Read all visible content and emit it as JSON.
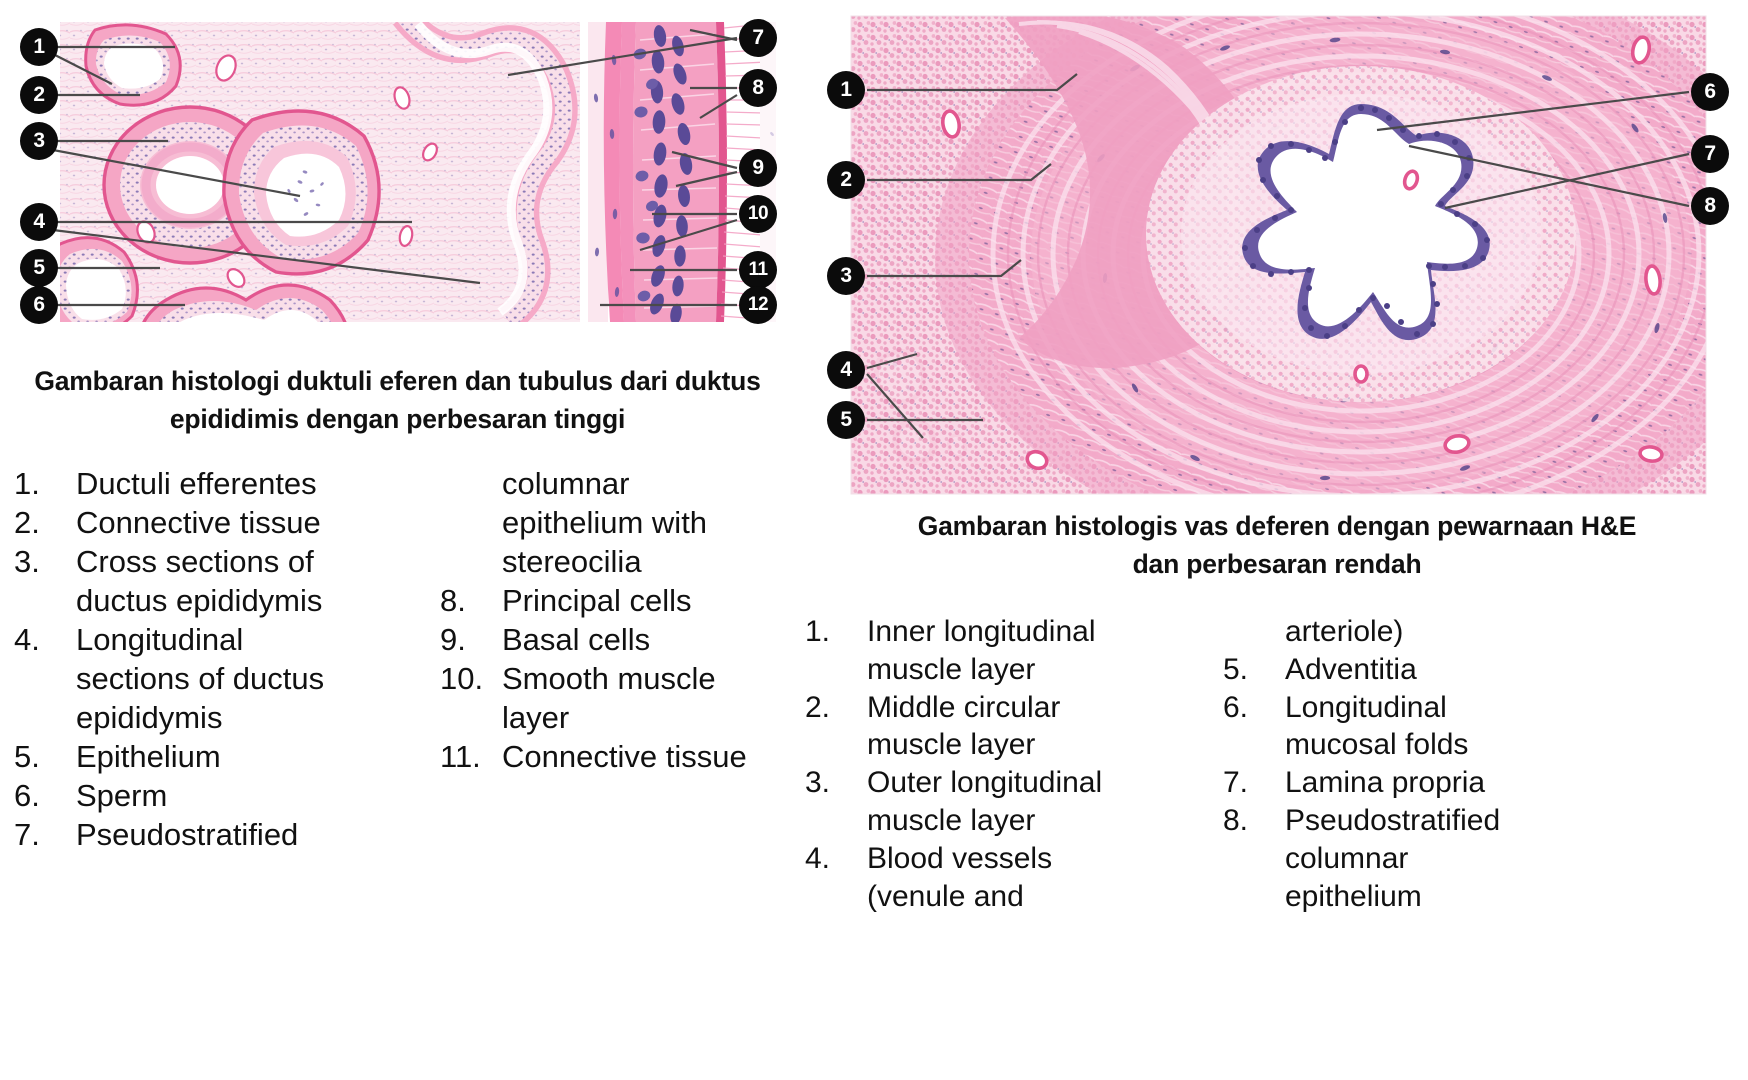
{
  "figure_left": {
    "name": "ductuli-efferentes-histology",
    "caption_lines": [
      "Gambaran histologi duktuli eferen dan tubulus dari duktus",
      "epididimis dengan perbesaran tinggi"
    ],
    "markers": [
      "1",
      "2",
      "3",
      "4",
      "5",
      "6",
      "7",
      "8",
      "9",
      "10",
      "11",
      "12"
    ],
    "legend_column_1": [
      {
        "num": "1.",
        "text": "Ductuli efferentes"
      },
      {
        "num": "2.",
        "text": "Connective tissue"
      },
      {
        "num": "3.",
        "text": "Cross sections of"
      },
      {
        "num": "",
        "text": "ductus epididymis"
      },
      {
        "num": "4.",
        "text": "Longitudinal"
      },
      {
        "num": "",
        "text": "sections of ductus"
      },
      {
        "num": "",
        "text": "epididymis"
      },
      {
        "num": "5.",
        "text": "Epithelium"
      },
      {
        "num": "6.",
        "text": "Sperm"
      },
      {
        "num": "7.",
        "text": "Pseudostratified"
      }
    ],
    "legend_column_2": [
      {
        "num": "",
        "text": "columnar"
      },
      {
        "num": "",
        "text": "epithelium with"
      },
      {
        "num": "",
        "text": "stereocilia"
      },
      {
        "num": "8.",
        "text": "Principal cells"
      },
      {
        "num": "9.",
        "text": "Basal cells"
      },
      {
        "num": "10.",
        "text": "Smooth muscle"
      },
      {
        "num": "",
        "text": "layer"
      },
      {
        "num": "11.",
        "text": "Connective tissue"
      }
    ]
  },
  "figure_right": {
    "name": "vas-deferens-histology",
    "caption_lines": [
      "Gambaran histologis vas deferen dengan pewarnaan H&E",
      "dan perbesaran rendah"
    ],
    "markers": [
      "1",
      "2",
      "3",
      "4",
      "5",
      "6",
      "7",
      "8"
    ],
    "legend_column_1": [
      {
        "num": "1.",
        "text": "Inner longitudinal"
      },
      {
        "num": "",
        "text": "muscle layer"
      },
      {
        "num": "2.",
        "text": "Middle circular"
      },
      {
        "num": "",
        "text": "muscle layer"
      },
      {
        "num": "3.",
        "text": "Outer longitudinal"
      },
      {
        "num": "",
        "text": "muscle layer"
      },
      {
        "num": "4.",
        "text": "Blood vessels"
      },
      {
        "num": "",
        "text": "(venule and"
      }
    ],
    "legend_column_2": [
      {
        "num": "",
        "text": "arteriole)"
      },
      {
        "num": "5.",
        "text": "Adventitia"
      },
      {
        "num": "6.",
        "text": "Longitudinal"
      },
      {
        "num": "",
        "text": "mucosal folds"
      },
      {
        "num": "7.",
        "text": "Lamina propria"
      },
      {
        "num": "8.",
        "text": "Pseudostratified"
      },
      {
        "num": "",
        "text": "columnar"
      },
      {
        "num": "",
        "text": "epithelium"
      }
    ]
  },
  "colors": {
    "marker_bg": "#0b0b0b",
    "marker_fg": "#ffffff",
    "leader_line": "#4a4a4a",
    "text": "#111111",
    "page_bg": "#ffffff",
    "stain_eosin_light": "#f7cede",
    "stain_eosin": "#ef9fc0",
    "stain_eosin_deep": "#e2568f",
    "stain_hematoxylin": "#6a5aa3",
    "stain_nuclei_dark": "#4b3f86"
  }
}
